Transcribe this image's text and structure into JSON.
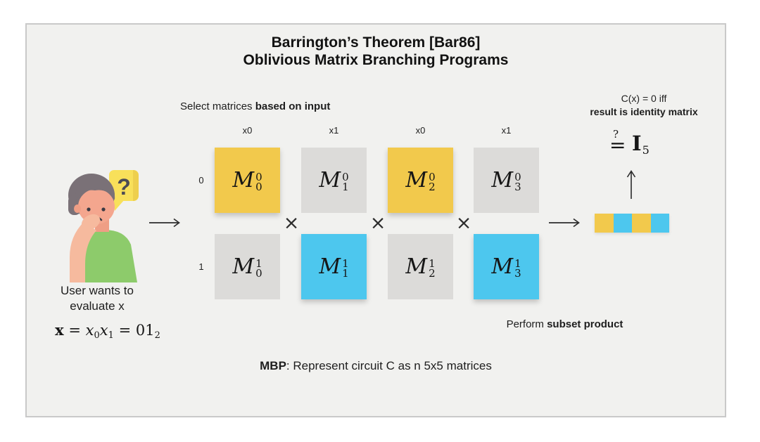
{
  "slide": {
    "title_line1": "Barrington’s Theorem [Bar86]",
    "title_line2": "Oblivious Matrix Branching Programs"
  },
  "captions": {
    "select_normal": "Select matrices ",
    "select_bold": "based on input",
    "condition_line1": "C(x) = 0 iff",
    "condition_line2": "result is identity matrix",
    "perform_normal": "Perform ",
    "perform_bold": "subset product",
    "mbp_bold": "MBP",
    "mbp_rest": ": Represent circuit C as n 5x5 matrices"
  },
  "user": {
    "line1": "User wants to",
    "line2": "evaluate x",
    "bubble_question": "?",
    "equation": {
      "bold_x": "x",
      "eq": "=",
      "var": "x",
      "sub0": "0",
      "sub1": "1",
      "value": "01",
      "base": "2"
    }
  },
  "grid": {
    "col_headers": [
      "x0",
      "x1",
      "x0",
      "x1"
    ],
    "row_labels": [
      "0",
      "1"
    ],
    "multiply_sign": "×",
    "cells": [
      {
        "base": "M",
        "sub": "0",
        "sup": "0",
        "state": "selected-yellow"
      },
      {
        "base": "M",
        "sub": "1",
        "sup": "0",
        "state": "unselected-gray"
      },
      {
        "base": "M",
        "sub": "2",
        "sup": "0",
        "state": "selected-yellow"
      },
      {
        "base": "M",
        "sub": "3",
        "sup": "0",
        "state": "unselected-gray"
      },
      {
        "base": "M",
        "sub": "0",
        "sup": "1",
        "state": "unselected-gray"
      },
      {
        "base": "M",
        "sub": "1",
        "sup": "1",
        "state": "selected-blue"
      },
      {
        "base": "M",
        "sub": "2",
        "sup": "1",
        "state": "unselected-gray"
      },
      {
        "base": "M",
        "sub": "3",
        "sup": "1",
        "state": "selected-blue"
      }
    ]
  },
  "result": {
    "equals_question": {
      "q": "?",
      "eq": "=",
      "identity": "I",
      "dim": "5"
    },
    "bar_segments": [
      "yellow",
      "blue",
      "yellow",
      "blue"
    ]
  },
  "colors": {
    "selected_yellow": "#F2C94C",
    "selected_blue": "#4DC7EE",
    "unselected_gray": "#DCDBD9",
    "panel_bg": "#F1F1EF",
    "panel_border": "#C9C9C9",
    "bubble_yellow": "#F8E05A",
    "shirt_green": "#8DCB6B"
  }
}
